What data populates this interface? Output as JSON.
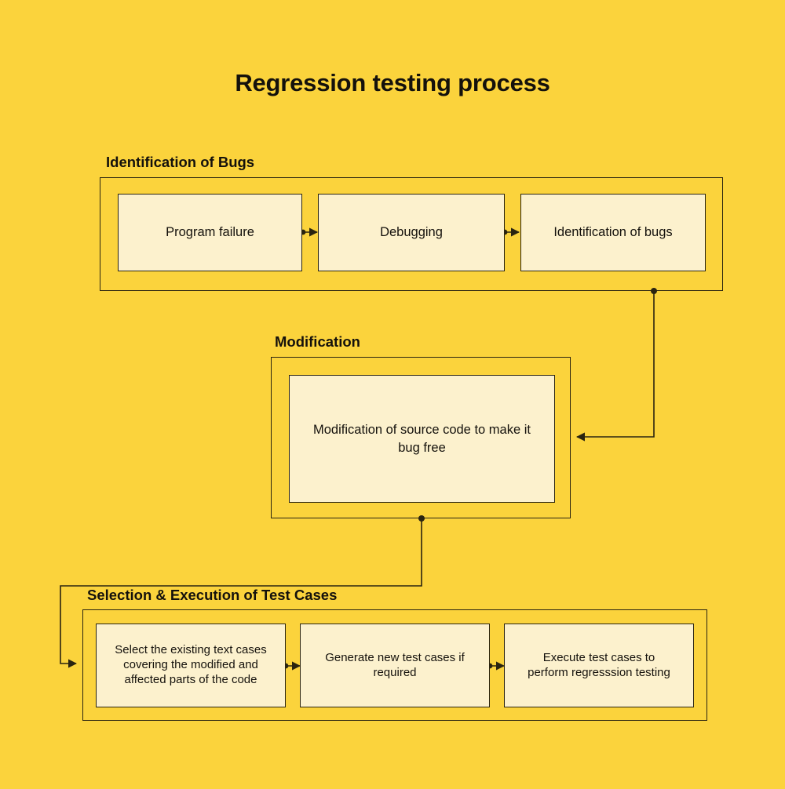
{
  "page": {
    "title": "Regression testing process",
    "background_color": "#fbd33c",
    "box_fill_color": "#fcf1cd",
    "line_color": "#2a2410",
    "text_color": "#14110c"
  },
  "sections": [
    {
      "id": "identification-of-bugs",
      "label": "Identification of Bugs",
      "boxes": [
        {
          "id": "program-failure",
          "text": "Program failure"
        },
        {
          "id": "debugging",
          "text": "Debugging"
        },
        {
          "id": "identification-of-bugs",
          "text": "Identification of bugs"
        }
      ]
    },
    {
      "id": "modification",
      "label": "Modification",
      "boxes": [
        {
          "id": "modification-of-source-code",
          "text": "Modification of source code to make it bug free"
        }
      ]
    },
    {
      "id": "selection-execution-of-test-cases",
      "label": "Selection & Execution of Test Cases",
      "boxes": [
        {
          "id": "select-existing-text-cases",
          "text": "Select the existing text cases covering the modified and affected parts of the code"
        },
        {
          "id": "generate-new-test-cases",
          "text": "Generate new test cases if required"
        },
        {
          "id": "execute-test-cases",
          "text": "Execute test cases to perform regresssion testing"
        }
      ]
    }
  ],
  "connectors": [
    {
      "id": "program-failure-to-debugging",
      "from": "program-failure",
      "to": "debugging"
    },
    {
      "id": "debugging-to-identification-of-bugs",
      "from": "debugging",
      "to": "identification-of-bugs"
    },
    {
      "id": "bugs-section-to-modification-section",
      "from": "identification-of-bugs-section",
      "to": "modification-section"
    },
    {
      "id": "modification-section-to-test-cases-section",
      "from": "modification-section",
      "to": "selection-execution-of-test-cases-section"
    },
    {
      "id": "select-to-generate",
      "from": "select-existing-text-cases",
      "to": "generate-new-test-cases"
    },
    {
      "id": "generate-to-execute",
      "from": "generate-new-test-cases",
      "to": "execute-test-cases"
    }
  ]
}
